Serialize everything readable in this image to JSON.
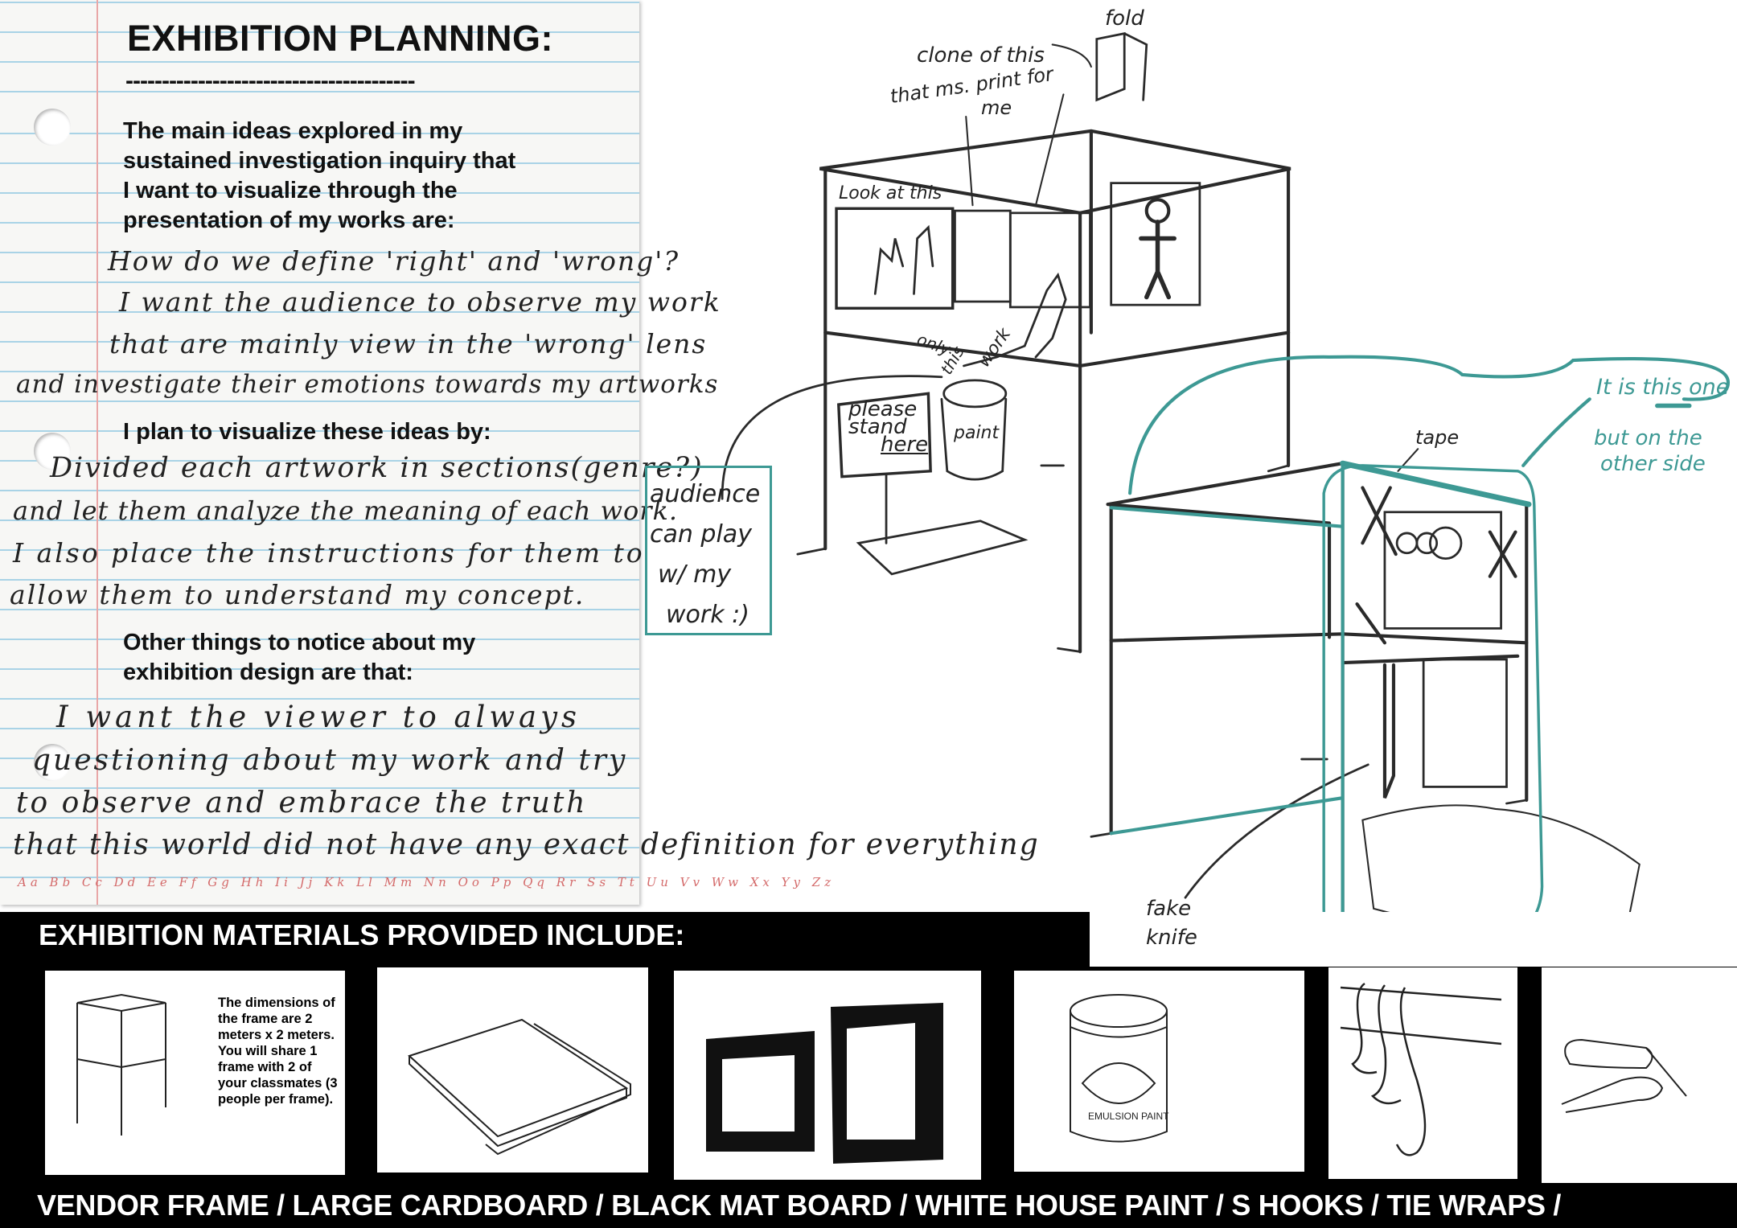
{
  "planning": {
    "title": "EXHIBITION PLANNING:",
    "divider": "----------------------------------------",
    "q1_lines": [
      "The main ideas explored in my",
      "sustained investigation inquiry that",
      "I want to visualize through the",
      "presentation of my works are:"
    ],
    "a1_lines": [
      "How do we define 'right' and 'wrong'?",
      "I want the audience to observe my work",
      "that are mainly view in the 'wrong' lens",
      "and investigate their emotions towards my artworks"
    ],
    "q2": "I plan to visualize these ideas by:",
    "a2_lines": [
      "Divided each artwork in sections(genre?)",
      "and let them analyze the meaning of each work.",
      "I also place the instructions for them to",
      "allow them to understand my concept."
    ],
    "q3_lines": [
      "Other things to notice about my",
      "exhibition design are that:"
    ],
    "a3_lines": [
      "I want the viewer to always",
      "questioning about my work and try",
      "to observe and embrace the truth",
      "that this world did not have any exact definition for everything"
    ],
    "alphabet": "Aa Bb Cc Dd Ee Ff Gg Hh Ii Jj Kk Ll Mm Nn Oo Pp Qq Rr Ss Tt Uu Vv Ww Xx Yy Zz"
  },
  "sketch_notes": {
    "fold": "fold",
    "clone": "clone of this",
    "print": "that ms. print for",
    "me": "me",
    "look": "Look at this",
    "only": "only",
    "this": "this",
    "work": "work",
    "please": "please",
    "stand": "stand",
    "here": "here",
    "paint": "paint",
    "audience": [
      "audience",
      "can play",
      "w/ my",
      "work :)"
    ],
    "tape": "tape",
    "this_one": "It is this one",
    "but": "but on the",
    "other": "other side",
    "fake": "fake",
    "knife": "knife"
  },
  "materials": {
    "title": "EXHIBITION MATERIALS PROVIDED INCLUDE:",
    "frame_note": "The dimensions of the frame are 2 meters x 2 meters. You will share 1 frame with 2 of your classmates (3 people per frame).",
    "paint_label": "EMULSION PAINT",
    "items": [
      "VENDOR FRAME  /",
      "LARGE CARDBOARD /",
      "BLACK MAT BOARD /",
      "WHITE HOUSE PAINT /",
      "S HOOKS /",
      "TIE WRAPS /"
    ]
  },
  "colors": {
    "teal": "#3d9994",
    "margin": "#e9a7a7",
    "rule": "#a9d3e6"
  }
}
